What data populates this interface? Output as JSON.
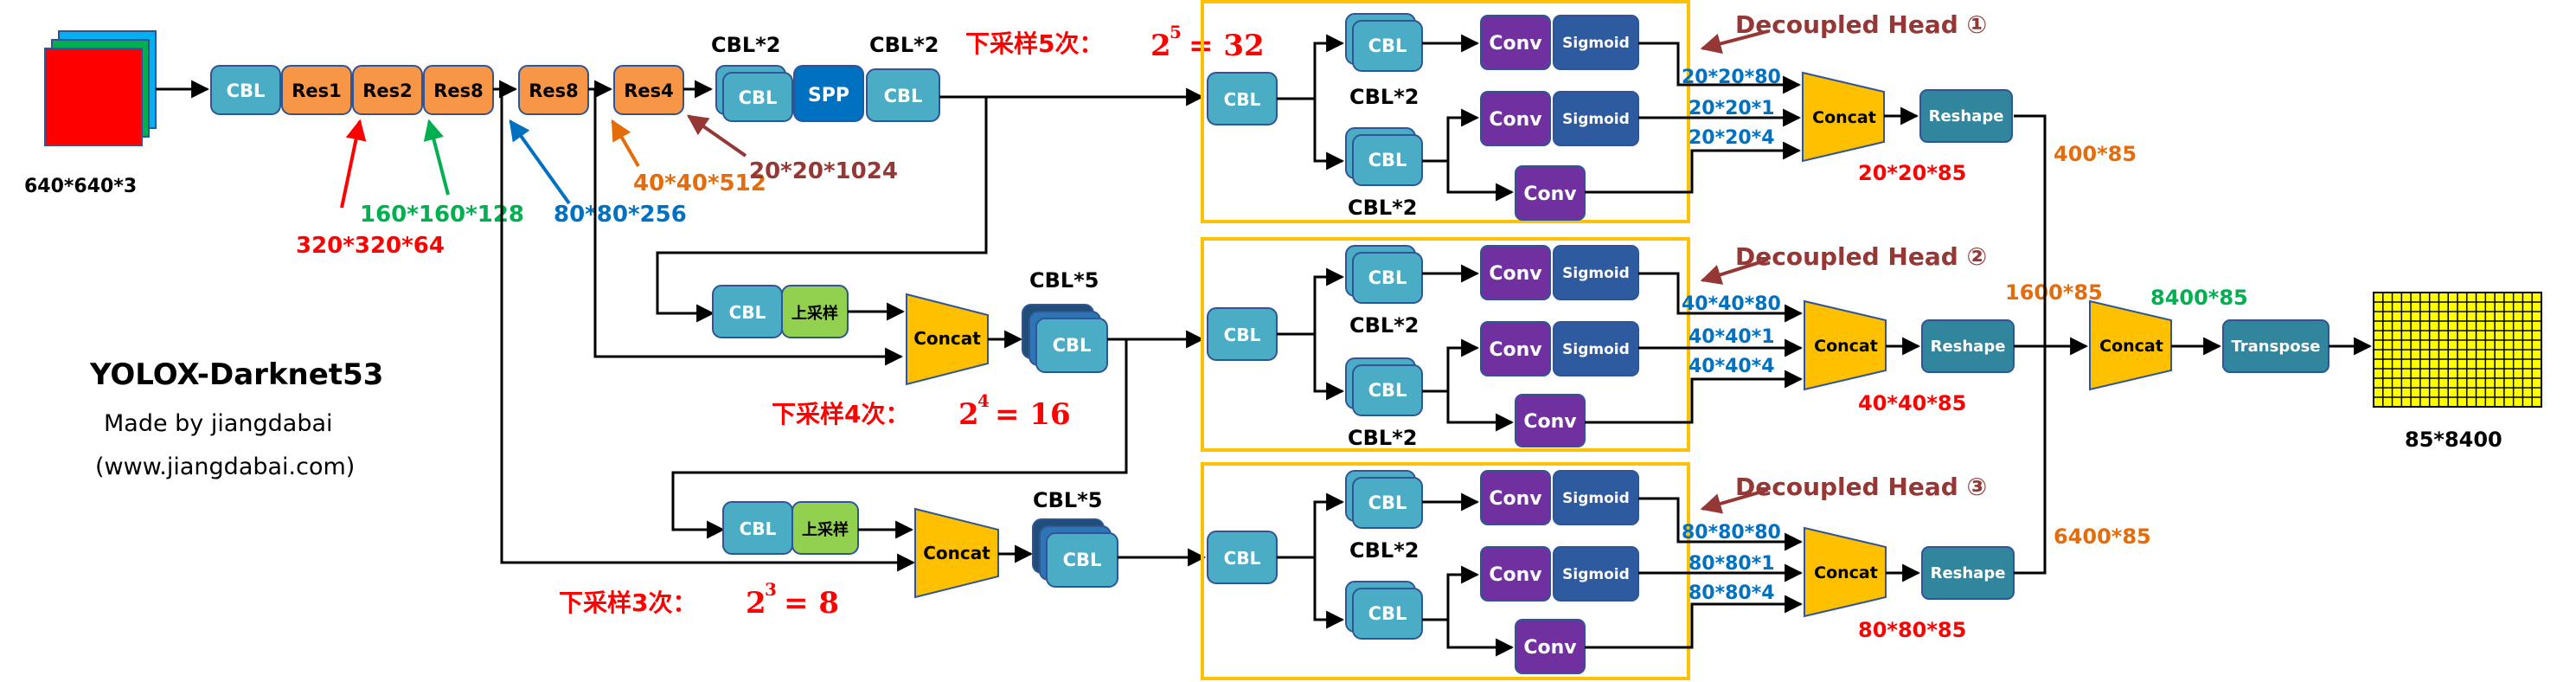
{
  "colors": {
    "cbl": "#4bacc6",
    "res": "#f79646",
    "spp": "#0070c0",
    "conv": "#7030a0",
    "sigmoid": "#2e5aa0",
    "concat": "#ffc000",
    "reshape": "#31859c",
    "frame": "#ffc000",
    "red": "#ff0000",
    "green": "#00b050",
    "blue": "#0070c0",
    "orange": "#e46c0a",
    "brown": "#953735",
    "input_red": "#ff0000",
    "input_green": "#00b050",
    "input_blue": "#00b0f0",
    "grid_fill": "#ffff00"
  },
  "input": {
    "size_label": "640*640*3"
  },
  "backbone": {
    "cbl": "CBL",
    "res1": "Res1",
    "res2": "Res2",
    "res8a": "Res8",
    "res8b": "Res8",
    "res4": "Res4",
    "spp": "SPP",
    "cbl_pair_label": "CBL*2",
    "cbl_after_spp": "CBL",
    "cbl_after_spp_label": "CBL*2"
  },
  "features": {
    "f320": "320*320*64",
    "f160": "160*160*128",
    "f80": "80*80*256",
    "f40": "40*40*512",
    "f20": "20*20*1024"
  },
  "downsample": {
    "d5": "下采样5次：",
    "d5_eq": "2",
    "d5_exp": "5",
    "d5_res": "= 32",
    "d4": "下采样4次：",
    "d4_eq": "2",
    "d4_exp": "4",
    "d4_res": "= 16",
    "d3": "下采样3次：",
    "d3_eq": "2",
    "d3_exp": "3",
    "d3_res": "= 8"
  },
  "neck": {
    "cbl_mid": "CBL",
    "upsample_mid": "上采样",
    "concat_mid": "Concat",
    "cbl5_mid_label": "CBL*5",
    "cbl5_mid": "CBL",
    "cbl_bot": "CBL",
    "upsample_bot": "上采样",
    "concat_bot": "Concat",
    "cbl5_bot_label": "CBL*5",
    "cbl5_bot": "CBL"
  },
  "title": {
    "name": "YOLOX-Darknet53",
    "made_by": "Made by jiangdabai",
    "site": "(www.jiangdabai.com)"
  },
  "heads": [
    {
      "title": "Decoupled Head ①",
      "cbl": "CBL",
      "cbl_top": "CBL",
      "cbl2_label_a": "CBL*2",
      "cbl_bottom": "CBL",
      "cbl2_label_b": "CBL*2",
      "conv1": "Conv",
      "sig1": "Sigmoid",
      "conv2": "Conv",
      "sig2": "Sigmoid",
      "conv3": "Conv",
      "out1": "20*20*80",
      "out2": "20*20*1",
      "out3": "20*20*4",
      "concat": "Concat",
      "concat_out": "20*20*85",
      "reshape": "Reshape",
      "reshape_out": "400*85"
    },
    {
      "title": "Decoupled Head ②",
      "cbl": "CBL",
      "cbl_top": "CBL",
      "cbl2_label_a": "CBL*2",
      "cbl_bottom": "CBL",
      "cbl2_label_b": "CBL*2",
      "conv1": "Conv",
      "sig1": "Sigmoid",
      "conv2": "Conv",
      "sig2": "Sigmoid",
      "conv3": "Conv",
      "out1": "40*40*80",
      "out2": "40*40*1",
      "out3": "40*40*4",
      "concat": "Concat",
      "concat_out": "40*40*85",
      "reshape": "Reshape",
      "reshape_out": "1600*85"
    },
    {
      "title": "Decoupled Head ③",
      "cbl": "CBL",
      "cbl_top": "CBL",
      "cbl2_label_a": "CBL*2",
      "cbl_bottom": "CBL",
      "cbl2_label_b": "",
      "conv1": "Conv",
      "sig1": "Sigmoid",
      "conv2": "Conv",
      "sig2": "Sigmoid",
      "conv3": "Conv",
      "out1": "80*80*80",
      "out2": "80*80*1",
      "out3": "80*80*4",
      "concat": "Concat",
      "concat_out": "80*80*85",
      "reshape": "Reshape",
      "reshape_out": "6400*85"
    }
  ],
  "final": {
    "concat": "Concat",
    "concat_out": "8400*85",
    "transpose": "Transpose",
    "output_label": "85*8400"
  }
}
